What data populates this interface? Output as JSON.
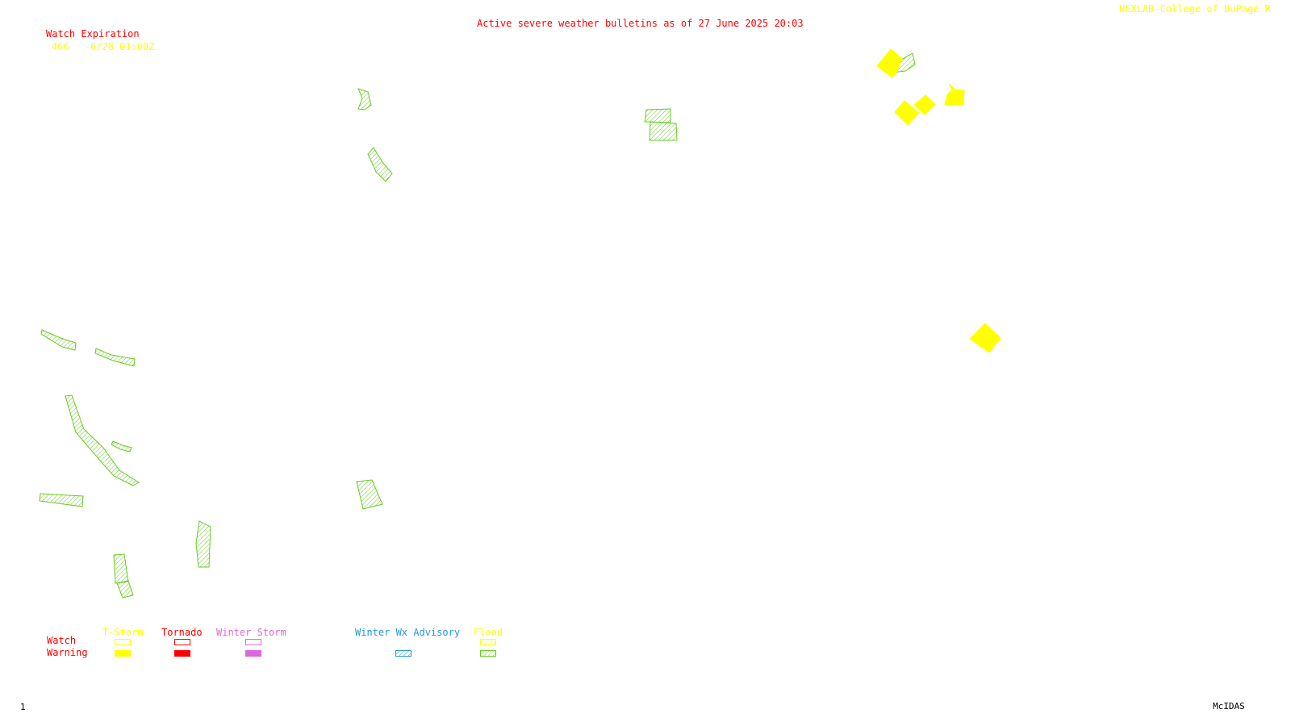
{
  "header": {
    "title": "Active severe weather bulletins as of 27 June 2025 20:03",
    "credit": "NEXLAB-College of DuPage R"
  },
  "watch_list": {
    "heading": "Watch Expiration",
    "entries": [
      {
        "id": "466",
        "expires": "6/28 01:00Z"
      }
    ]
  },
  "legend": {
    "row_watch": "Watch",
    "row_warning": "Warning",
    "categories": [
      {
        "label": "T-Storm",
        "color": "#ffff00"
      },
      {
        "label": "Tornado",
        "color": "#ff0000"
      },
      {
        "label": "Winter Storm",
        "color": "#dd66dd"
      },
      {
        "label": "Winter Wx Advisory",
        "color": "#2299dd"
      },
      {
        "label": "Flood",
        "color": "#66cc22"
      }
    ]
  },
  "footer": {
    "frame_number": "1",
    "software": "McIDAS"
  },
  "colors": {
    "text_red": "#ff0000",
    "text_yellow": "#ffff00",
    "tstorm_warning": "#ffff00",
    "flood": "#66cc22",
    "background": "#ffffff"
  }
}
